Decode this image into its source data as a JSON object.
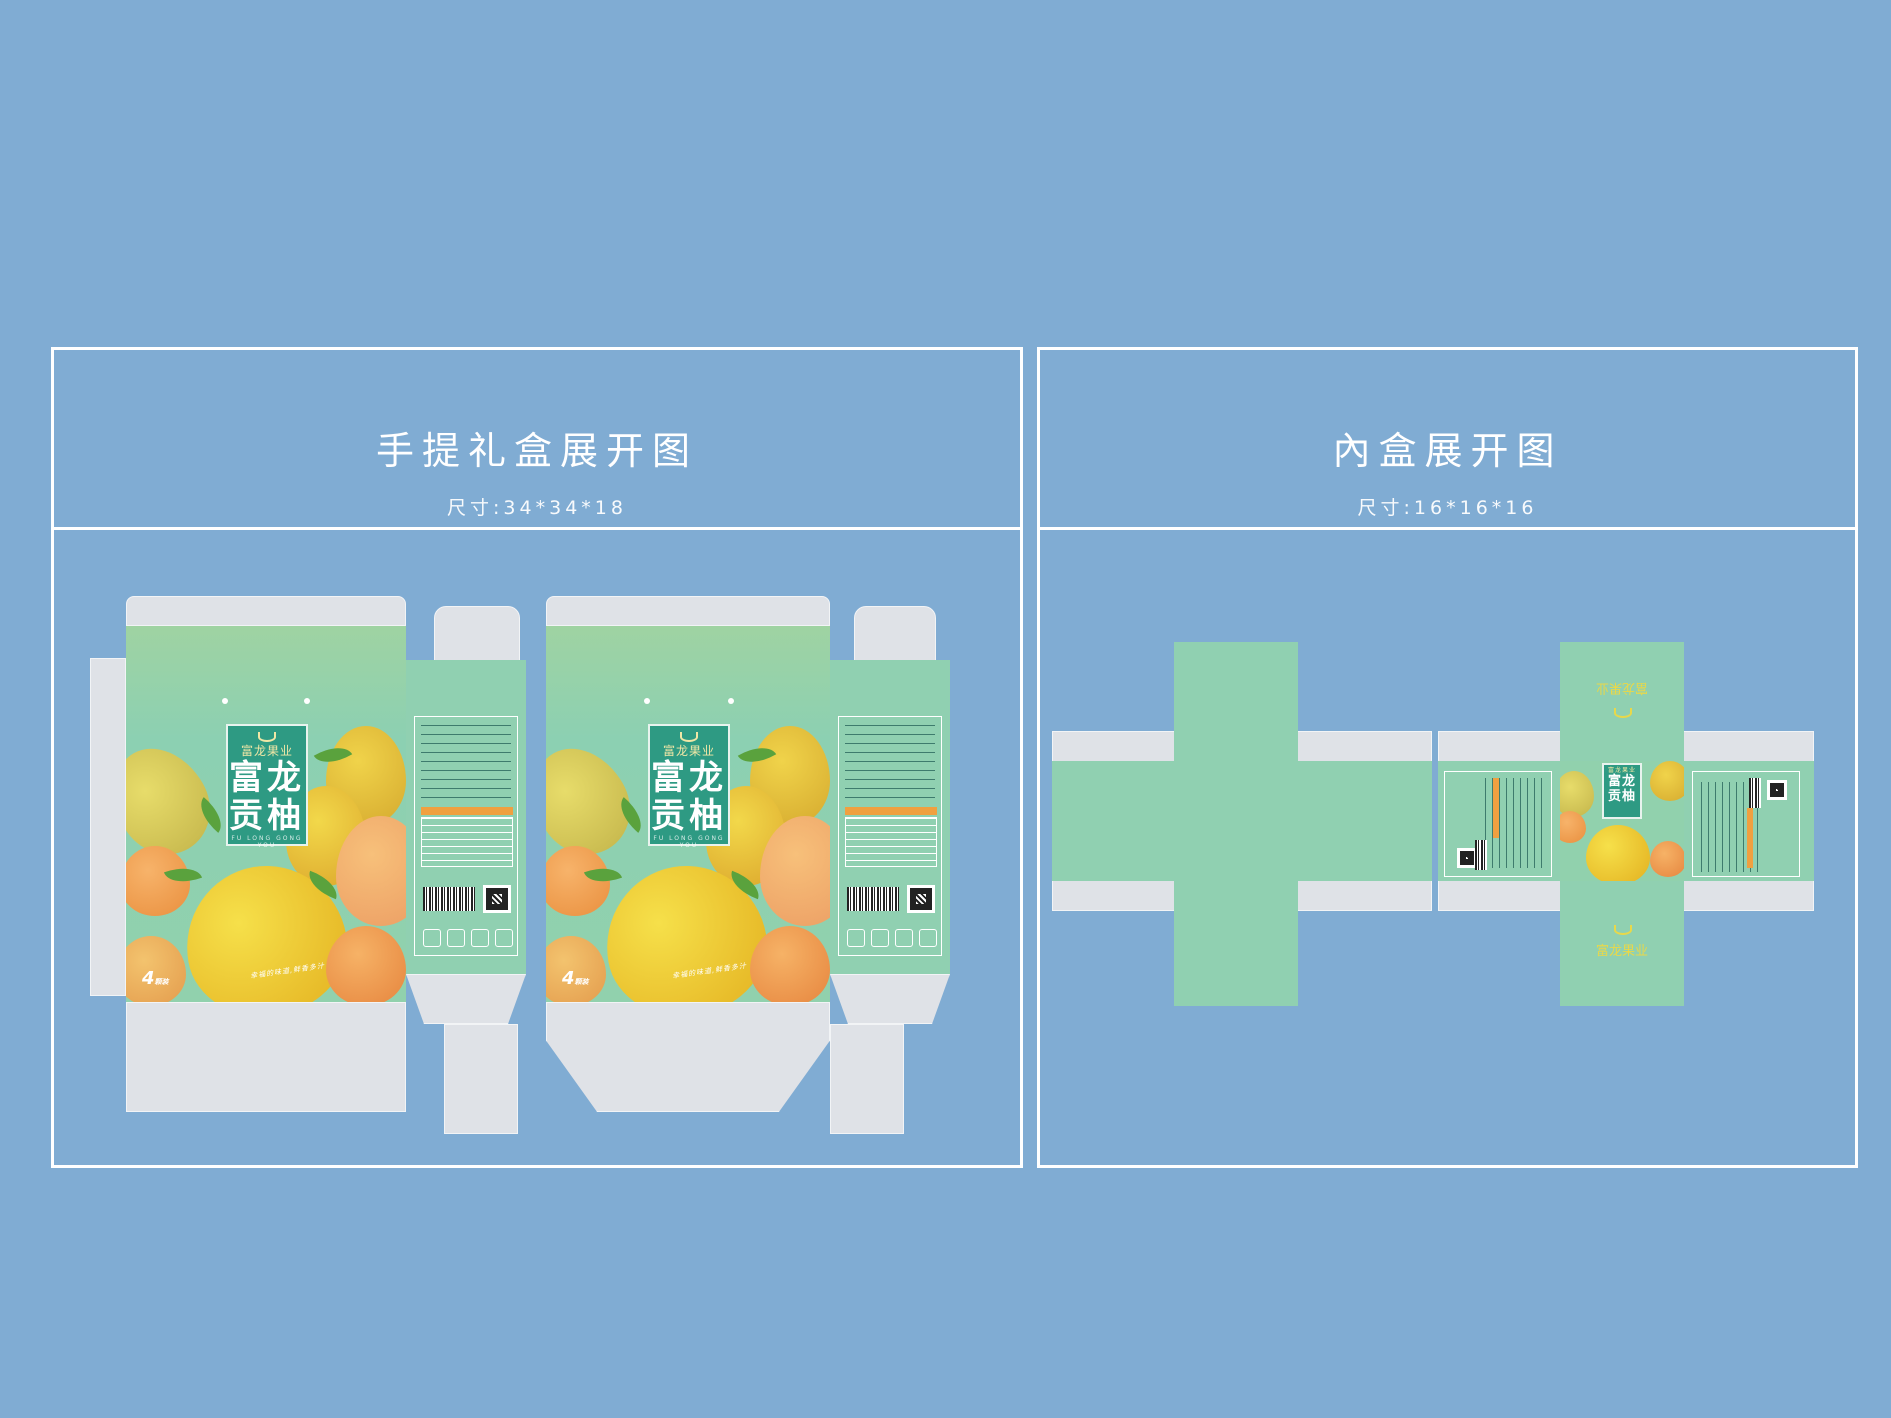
{
  "left_card": {
    "title": "手提礼盒展开图",
    "size": "尺寸:34*34*18"
  },
  "right_card": {
    "title": "內盒展开图",
    "size": "尺寸:16*16*16"
  },
  "package": {
    "brand": "富龙果业",
    "product_line1": "富龙",
    "product_line2": "贡柚",
    "pinyin": "FU LONG GONG YOU",
    "count_badge": "4",
    "count_unit": "颗装",
    "slogan": "幸福的味道,鲜香多汁"
  },
  "colors": {
    "background": "#80acd3",
    "box_green": "#90d0b1",
    "flap_grey": "#dfe2e7",
    "accent_orange": "#f0a040"
  }
}
